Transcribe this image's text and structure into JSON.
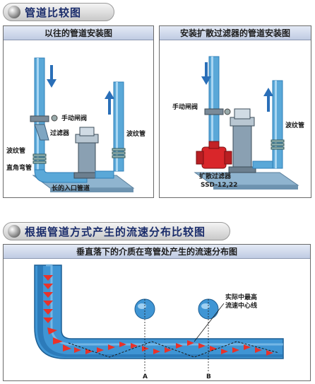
{
  "section1": {
    "title": "管道比较图"
  },
  "panel_left": {
    "title": "以往的管道安装图",
    "labels": {
      "manual_valve": "手动闸阀",
      "filter": "过滤器",
      "bellows_left": "波纹管",
      "elbow": "直角弯管",
      "bellows_right": "波纹管",
      "inlet": "长的入口管道"
    }
  },
  "panel_right": {
    "title": "安装扩散过滤器的管道安装图",
    "labels": {
      "manual_valve": "手动闸阀",
      "bellows": "波纹管",
      "diffuser": "扩散过滤器",
      "model": "SSD-12,22"
    }
  },
  "section2": {
    "title": "根据管道方式产生的流速分布比较图"
  },
  "panel_bottom": {
    "title": "垂直落下的介质在弯管处产生的流速分布图",
    "labels": {
      "centerline_1": "实际中最高",
      "centerline_2": "流速中心线",
      "point_a": "A",
      "point_b": "B"
    }
  },
  "colors": {
    "pipe": "#5aa8d8",
    "pipe_dark": "#2f7fb8",
    "arrow": "#e8322a",
    "flow_arrow": "#2a6fb8"
  }
}
